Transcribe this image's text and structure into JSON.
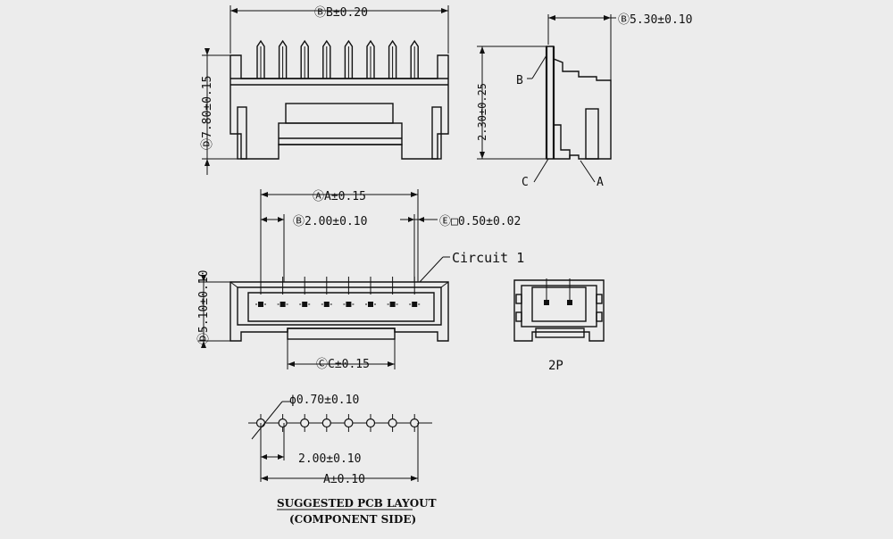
{
  "top_view": {
    "dim_width": "ⒷB±0.20",
    "dim_height": "Ⓓ7.80±0.15"
  },
  "side_view": {
    "dim_depth": "Ⓑ5.30±0.10",
    "dim_pin": "2.30±0.25",
    "label_a": "A",
    "label_b": "B",
    "label_c": "C"
  },
  "front_view": {
    "dim_a": "ⒶA±0.15",
    "dim_pitch": "Ⓑ2.00±0.10",
    "dim_pin_sq": "Ⓔ□0.50±0.02",
    "dim_depth": "Ⓓ5.10±0.10",
    "dim_c": "ⒸC±0.15",
    "circuit_label": "Circuit 1",
    "pin_count": 8
  },
  "two_pin": {
    "label": "2P"
  },
  "pcb_layout": {
    "dim_hole": "ϕ0.70±0.10",
    "dim_pitch": "2.00±0.10",
    "dim_a": "A±0.10",
    "title": "SUGGESTED PCB LAYOUT",
    "subtitle": "(COMPONENT SIDE)",
    "hole_count": 8
  }
}
